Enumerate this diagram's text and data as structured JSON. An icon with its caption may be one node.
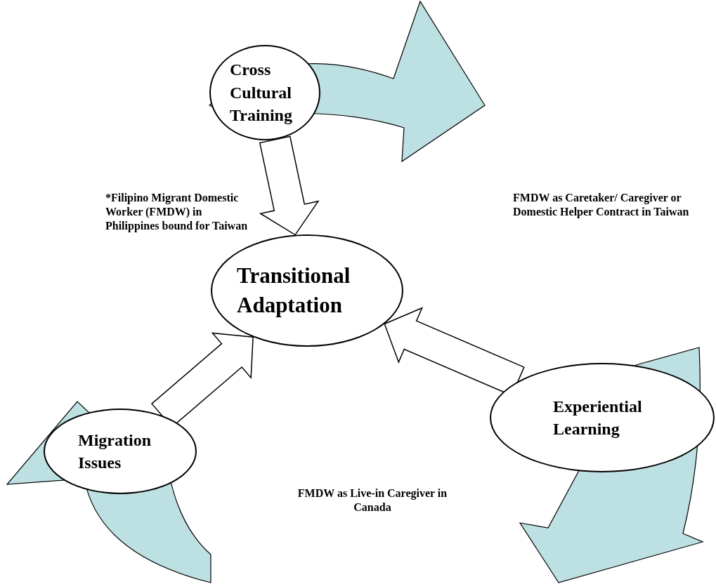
{
  "diagram": {
    "nodes": [
      {
        "text": [
          "Cross Cultural Training"
        ]
      },
      {
        "text": [
          "Transitional Adaptation"
        ]
      },
      {
        "text": [
          "Migration Issues"
        ]
      },
      {
        "text": [
          "Experiential Learning"
        ]
      }
    ],
    "edges": [
      {
        "from": 0,
        "to": 1,
        "arrow": "to"
      },
      {
        "from": 2,
        "to": 1,
        "arrow": "to"
      },
      {
        "from": 3,
        "to": 1,
        "arrow": "to"
      }
    ],
    "labels": [
      "*Filipino Migrant Domestic Worker (FMDW) in Philippines bound for Taiwan",
      "FMDW as Caretaker/ Caregiver or Domestic Helper Contract in Taiwan",
      "FMDW as Live-in Caregiver in Canada"
    ]
  }
}
